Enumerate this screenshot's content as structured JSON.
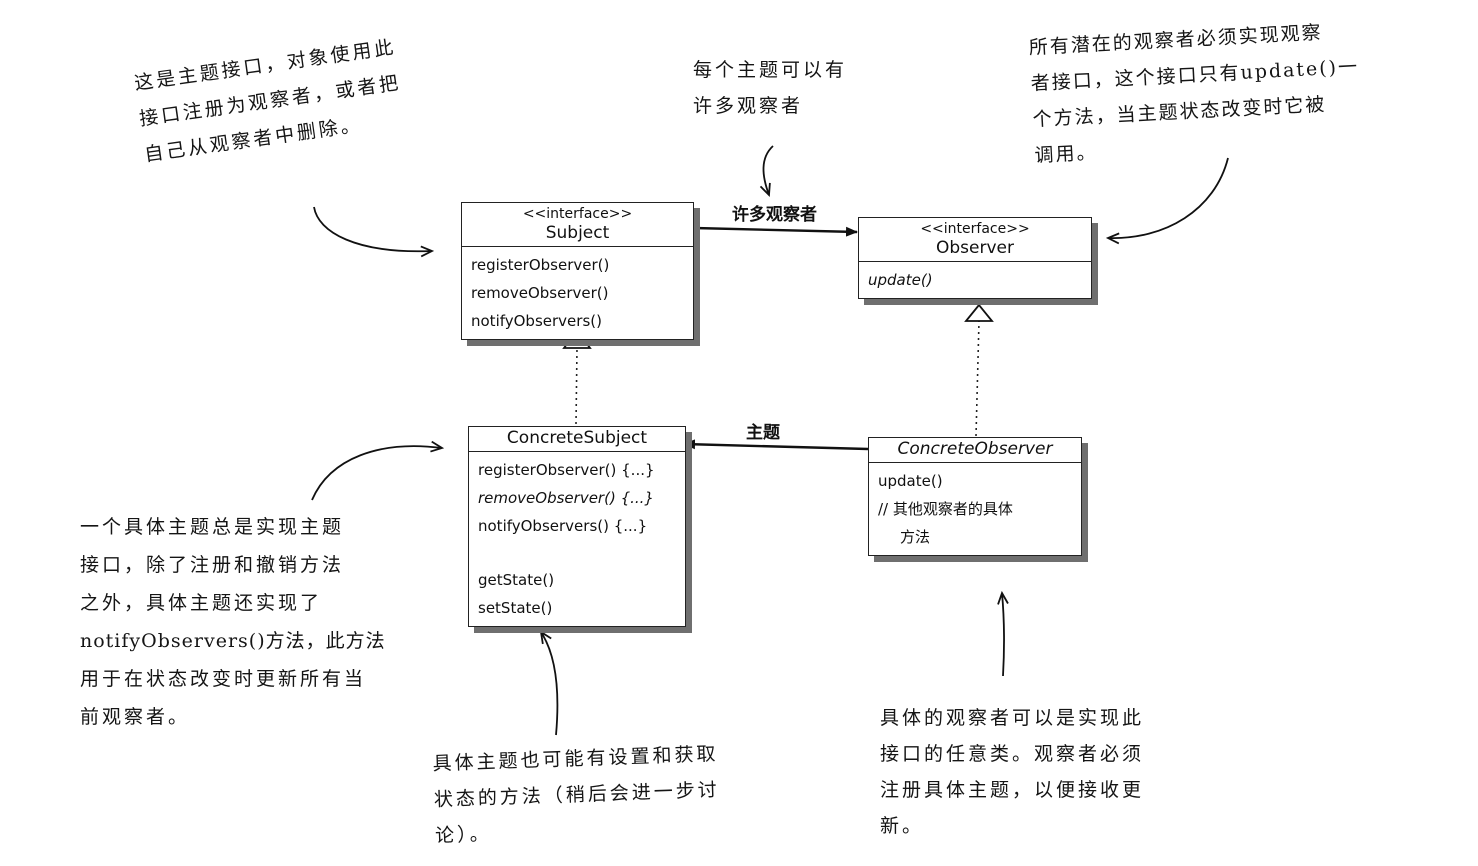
{
  "diagram": {
    "subject": {
      "stereotype": "<<interface>>",
      "name": "Subject",
      "methods": [
        "registerObserver()",
        "removeObserver()",
        "notifyObservers()"
      ]
    },
    "observer": {
      "stereotype": "<<interface>>",
      "name": "Observer",
      "methods": [
        "update()"
      ]
    },
    "concrete_subject": {
      "name": "ConcreteSubject",
      "methods": [
        "registerObserver() {...}",
        "removeObserver() {...}",
        "notifyObservers() {...}"
      ],
      "state_methods": [
        "getState()",
        "setState()"
      ]
    },
    "concrete_observer": {
      "name": "ConcreteObserver",
      "methods": [
        "update()",
        "// 其他观察者的具体",
        "方法"
      ]
    },
    "labels": {
      "many_observers": "许多观察者",
      "subject": "主题"
    }
  },
  "notes": {
    "subject_interface": [
      "这是主题接口，对象使用此",
      "接口注册为观察者，或者把",
      "自己从观察者中删除。"
    ],
    "many_observers": [
      "每个主题可以有",
      "许多观察者"
    ],
    "observer_interface": [
      "所有潜在的观察者必须实现观察",
      "者接口，这个接口只有update()一",
      "个方法，当主题状态改变时它被",
      "调用。"
    ],
    "concrete_subject": [
      "一个具体主题总是实现主题",
      "接口，除了注册和撤销方法",
      "之外，具体主题还实现了",
      "notifyObservers()方法，此方法",
      "用于在状态改变时更新所有当",
      "前观察者。"
    ],
    "state_methods": [
      "具体主题也可能有设置和获取",
      "状态的方法（稍后会进一步讨",
      "论）。"
    ],
    "concrete_observer": [
      "具体的观察者可以是实现此",
      "接口的任意类。观察者必须",
      "注册具体主题，以便接收更",
      "新。"
    ]
  }
}
